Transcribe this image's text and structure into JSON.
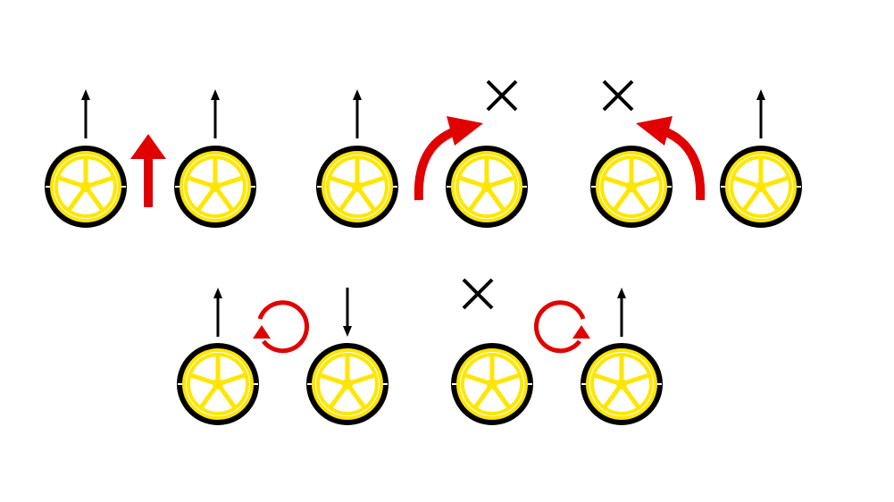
{
  "colors": {
    "tire": "#000000",
    "rim": "#FFE600",
    "spoke": "#FFE600",
    "hub": "#ffffff",
    "motion_arrow": "#E00000",
    "wheel_arrow": "#000000",
    "stopped_marker": "#000000"
  },
  "icons": {
    "wheel": "wheel-icon",
    "forward": "arrow-up-icon",
    "backward": "arrow-down-icon",
    "stopped": "x-mark-icon",
    "straight_motion": "straight-arrow-icon",
    "turn_right": "curved-arrow-right-icon",
    "turn_left": "curved-arrow-left-icon",
    "spin_cw": "clockwise-arrow-icon",
    "spin_ccw": "counterclockwise-arrow-icon"
  },
  "scenarios": [
    {
      "id": "straight-forward",
      "left_wheel": "forward",
      "right_wheel": "forward",
      "motion": "straight"
    },
    {
      "id": "turn-right",
      "left_wheel": "forward",
      "right_wheel": "stopped",
      "motion": "turn-right"
    },
    {
      "id": "turn-left",
      "left_wheel": "stopped",
      "right_wheel": "forward",
      "motion": "turn-left"
    },
    {
      "id": "spin-in-place-cw",
      "left_wheel": "forward",
      "right_wheel": "backward",
      "motion": "spin-clockwise"
    },
    {
      "id": "pivot-ccw",
      "left_wheel": "stopped",
      "right_wheel": "forward",
      "motion": "spin-counterclockwise"
    }
  ]
}
